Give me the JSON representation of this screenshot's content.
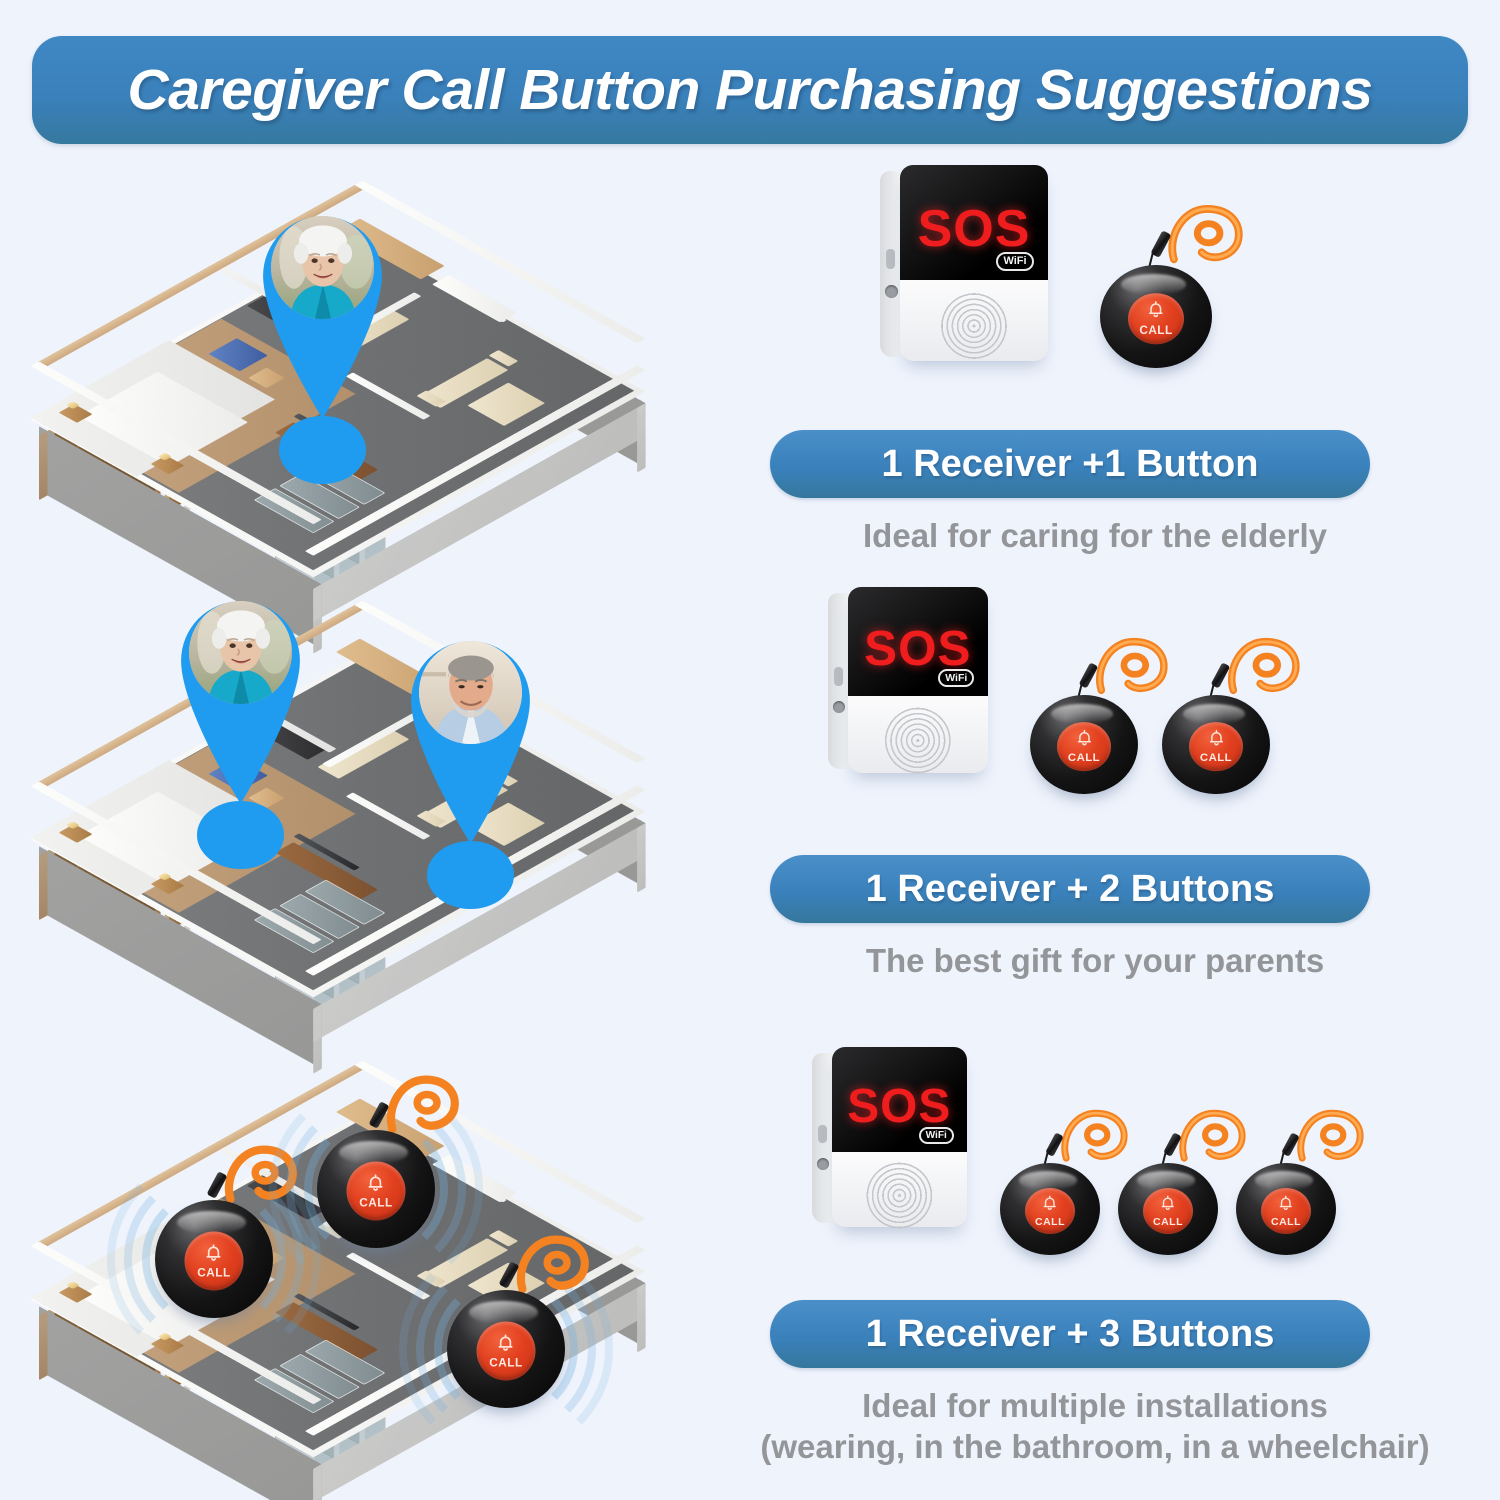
{
  "header": {
    "title": "Caregiver Call Button Purchasing Suggestions",
    "banner_color": "#3a81bc",
    "title_color": "#ffffff"
  },
  "page": {
    "background_color": "#eef3fc",
    "accent_color": "#3a81bc",
    "pin_color": "#1f9cf0",
    "caption_color": "#939598",
    "alert_color": "#ef1d1d"
  },
  "device": {
    "receiver_screen_text": "SOS",
    "receiver_badge_text": "WiFi",
    "button_label": "CALL",
    "button_icon": "bell-icon"
  },
  "options": [
    {
      "id": "option-1",
      "pill_label": "1 Receiver +1 Button",
      "caption_lines": [
        "Ideal for caring for the elderly"
      ],
      "receiver_count": 1,
      "button_count": 1,
      "scene": {
        "name": "floorplan-one-pin",
        "pins": [
          {
            "person": "elderly-woman",
            "location": "bedroom"
          }
        ]
      }
    },
    {
      "id": "option-2",
      "pill_label": "1 Receiver + 2 Buttons",
      "caption_lines": [
        "The best gift for your parents"
      ],
      "receiver_count": 1,
      "button_count": 2,
      "scene": {
        "name": "floorplan-two-pins",
        "pins": [
          {
            "person": "elderly-woman",
            "location": "bedroom"
          },
          {
            "person": "elderly-man",
            "location": "living-room"
          }
        ]
      }
    },
    {
      "id": "option-3",
      "pill_label": "1 Receiver + 3 Buttons",
      "caption_lines": [
        "Ideal for multiple installations",
        "(wearing, in the bathroom, in a wheelchair)"
      ],
      "receiver_count": 1,
      "button_count": 3,
      "scene": {
        "name": "floorplan-three-buttons",
        "buttons": [
          {
            "location": "bedside"
          },
          {
            "location": "armchair"
          },
          {
            "location": "living-room"
          }
        ]
      }
    }
  ]
}
